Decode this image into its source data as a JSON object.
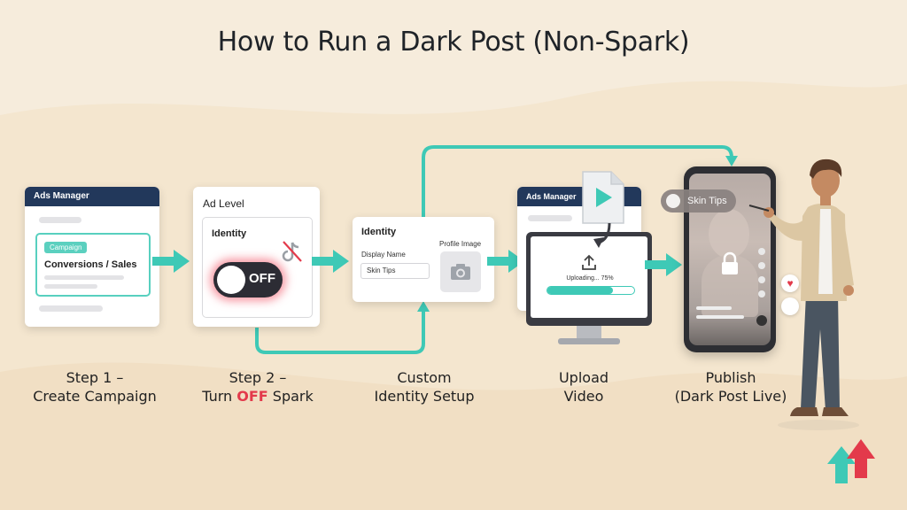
{
  "title": "How to Run a Dark Post (Non-Spark)",
  "step1": {
    "header": "Ads Manager",
    "badge": "Campaign",
    "heading": "Conversions / Sales",
    "label_line1": "Step 1 –",
    "label_line2": "Create Campaign"
  },
  "step2": {
    "header": "Ad Level",
    "sub": "Identity",
    "toggle": "OFF",
    "label_line1": "Step 2 –",
    "label_pre": "Turn ",
    "label_red": "OFF",
    "label_post": " Spark"
  },
  "step3": {
    "header": "Identity",
    "display_name_label": "Display Name",
    "display_name_value": "Skin Tips",
    "profile_image_label": "Profile Image",
    "label_line1": "Custom",
    "label_line2": "Identity Setup"
  },
  "step4": {
    "header": "Ads Manager",
    "upload_text": "Uploading... 75%",
    "progress": 0.75,
    "label_line1": "Upload",
    "label_line2": "Video"
  },
  "step5": {
    "chip": "Skin Tips",
    "label_line1": "Publish",
    "label_line2": "(Dark Post Live)"
  },
  "colors": {
    "navy": "#22385b",
    "teal": "#3ec9b6",
    "accent_red": "#e33a4b",
    "background": "#f6ecdc"
  },
  "icons": [
    "tiktok-crossed-icon",
    "camera-icon",
    "upload-icon",
    "play-icon",
    "lock-icon",
    "heart-icon",
    "brand-logo-icon"
  ]
}
